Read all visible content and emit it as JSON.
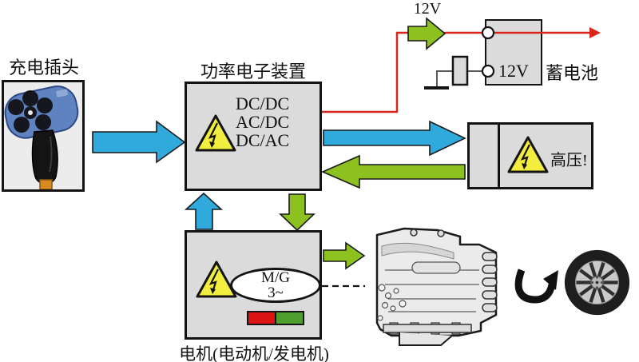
{
  "plug": {
    "label": "充电插头"
  },
  "power_box": {
    "label": "功率电子装置",
    "converters": [
      "DC/DC",
      "AC/DC",
      "DC/AC"
    ]
  },
  "aux": {
    "voltage_label": "12V"
  },
  "battery": {
    "voltage": "12V",
    "label": "蓄电池"
  },
  "hv_box": {
    "warning": "高压!"
  },
  "motor_box": {
    "label": "电机(电动机/发电机)",
    "machine": "M/G",
    "phases": "3~"
  },
  "icons": [
    "high-voltage-warning-triangle",
    "charging-plug-photo",
    "gearbox-drawing",
    "wheel-photo",
    "rotation-arrow",
    "ground-symbol",
    "fuse-symbol"
  ],
  "colors": {
    "blue_arrow": "#30AADC",
    "green_arrow": "#8CC11F",
    "warning_yellow": "#F2EE3F",
    "red_wire": "#D8261C",
    "box_fill": "#DBDBDB",
    "bar_red": "#DD1414",
    "bar_green": "#4E9E2E"
  }
}
